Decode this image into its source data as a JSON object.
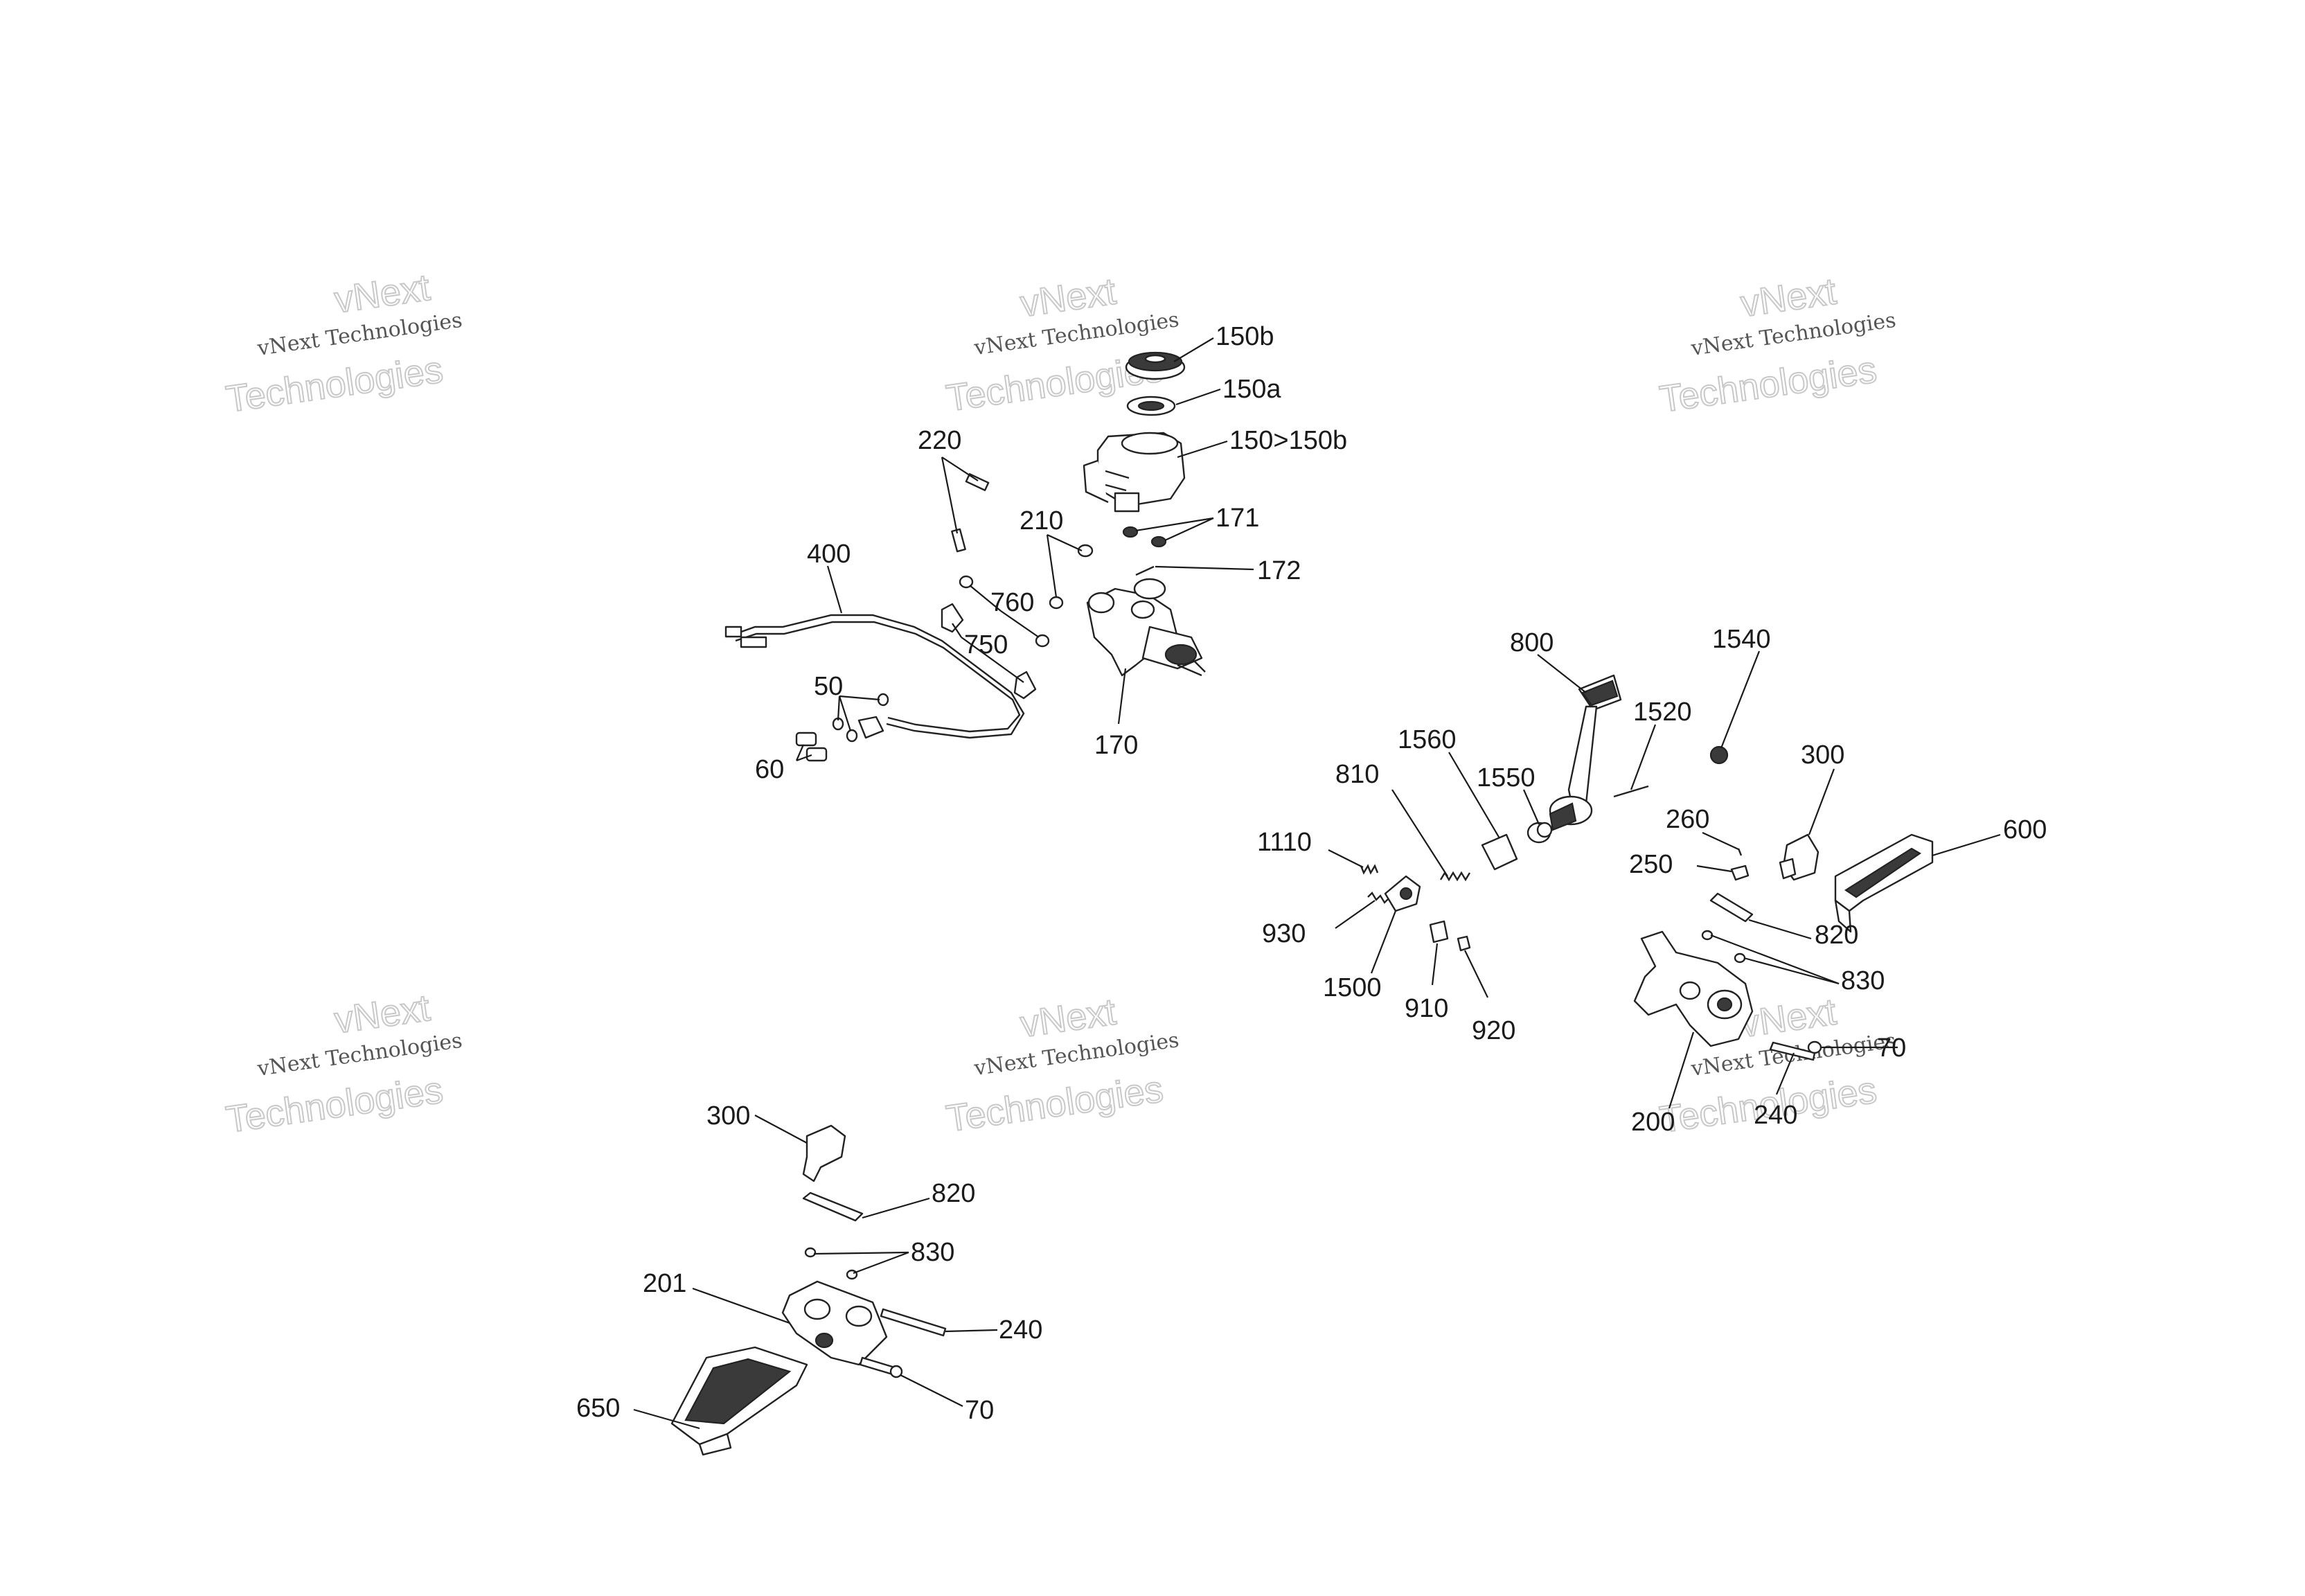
{
  "watermark": {
    "line1": "vNext",
    "line2": "vNext Technologies",
    "line3": "Technologies"
  },
  "callouts": {
    "c150b": "150b",
    "c150a": "150a",
    "c150": "150>150b",
    "c220": "220",
    "c210": "210",
    "c171": "171",
    "c172": "172",
    "c400": "400",
    "c760": "760",
    "c750": "750",
    "c50": "50",
    "c60": "60",
    "c170": "170",
    "c800": "800",
    "c1540": "1540",
    "c1520": "1520",
    "c1560": "1560",
    "c810": "810",
    "c1550": "1550",
    "c300r": "300",
    "c260": "260",
    "c600": "600",
    "c1110": "1110",
    "c250": "250",
    "c930": "930",
    "c820r": "820",
    "c1500": "1500",
    "c830r": "830",
    "c910": "910",
    "c920": "920",
    "c70r": "70",
    "c200": "200",
    "c240r": "240",
    "c300l": "300",
    "c820l": "820",
    "c830l": "830",
    "c201": "201",
    "c240l": "240",
    "c650": "650",
    "c70l": "70"
  }
}
